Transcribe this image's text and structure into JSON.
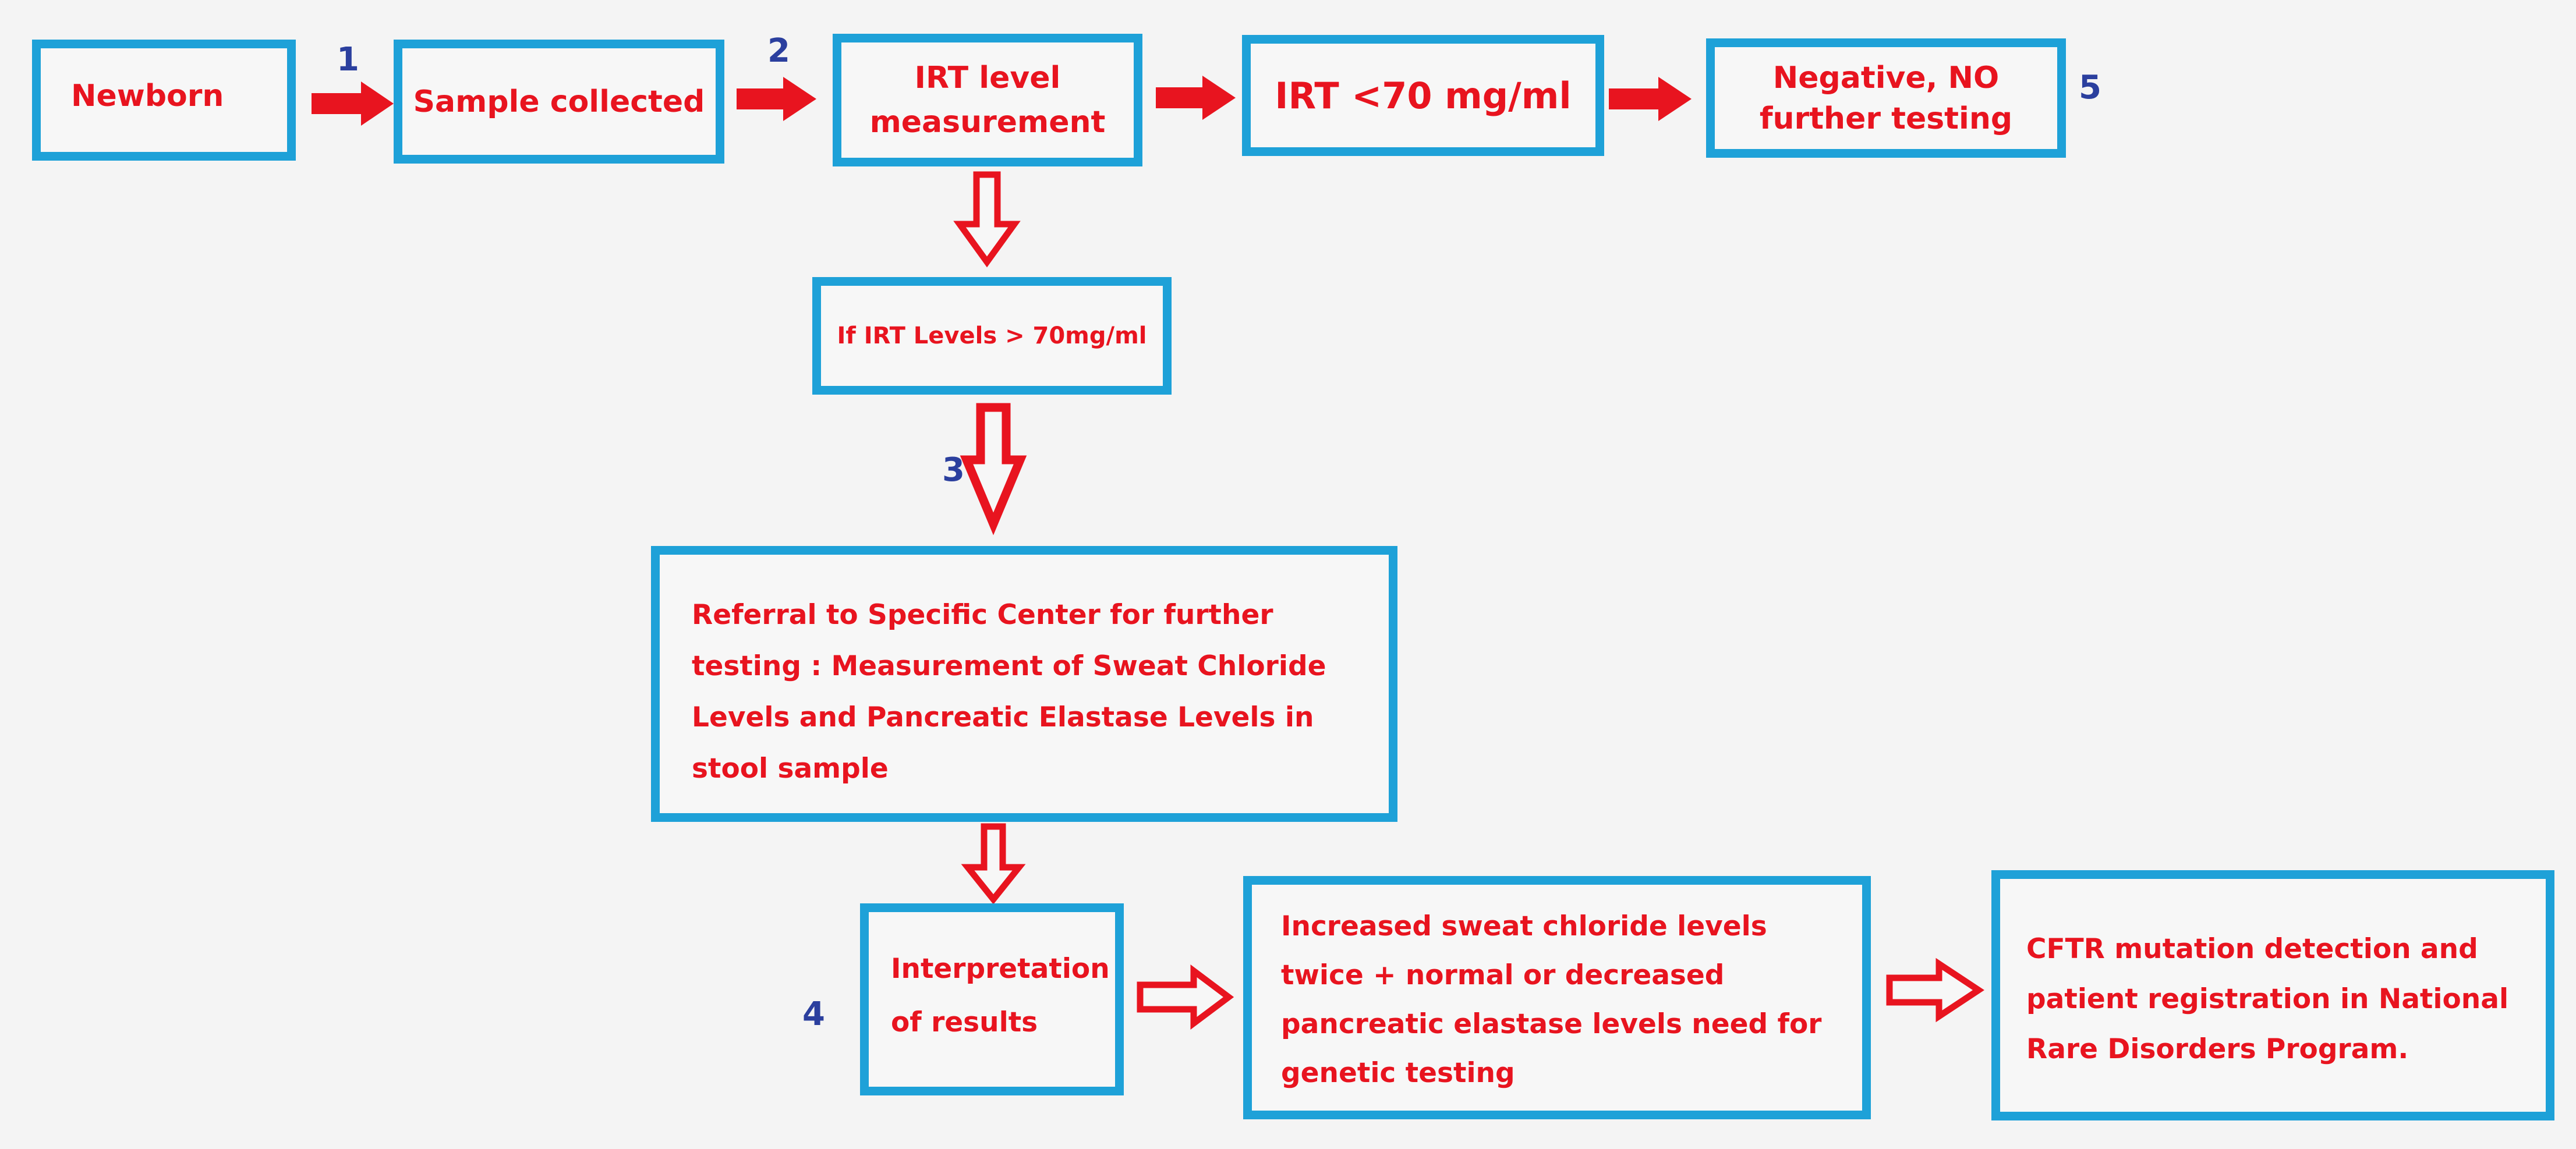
{
  "diagram": {
    "nodes": {
      "newborn": "Newborn",
      "sample_collected": "Sample collected",
      "irt_measurement": "IRT level\nmeasurement",
      "irt_low": "IRT <70 mg/ml",
      "negative": "Negative, NO\nfurther testing",
      "irt_high": "If IRT Levels > 70mg/ml",
      "referral": "Referral to Specific Center for further\ntesting : Measurement of Sweat Chloride\nLevels and Pancreatic Elastase Levels in\nstool sample",
      "interpretation": "Interpretation\nof results",
      "increased": "Increased sweat chloride levels\ntwice + normal or decreased\npancreatic elastase levels need for\ngenetic testing",
      "cftr": "CFTR mutation detection and\npatient registration in National\nRare Disorders Program."
    },
    "steps": {
      "s1": "1",
      "s2": "2",
      "s3": "3",
      "s4": "4",
      "s5": "5"
    },
    "colors": {
      "box_border": "#1ea1d8",
      "text": "#e8141f",
      "arrow": "#e8141f",
      "step_number": "#2b3f9e"
    }
  }
}
